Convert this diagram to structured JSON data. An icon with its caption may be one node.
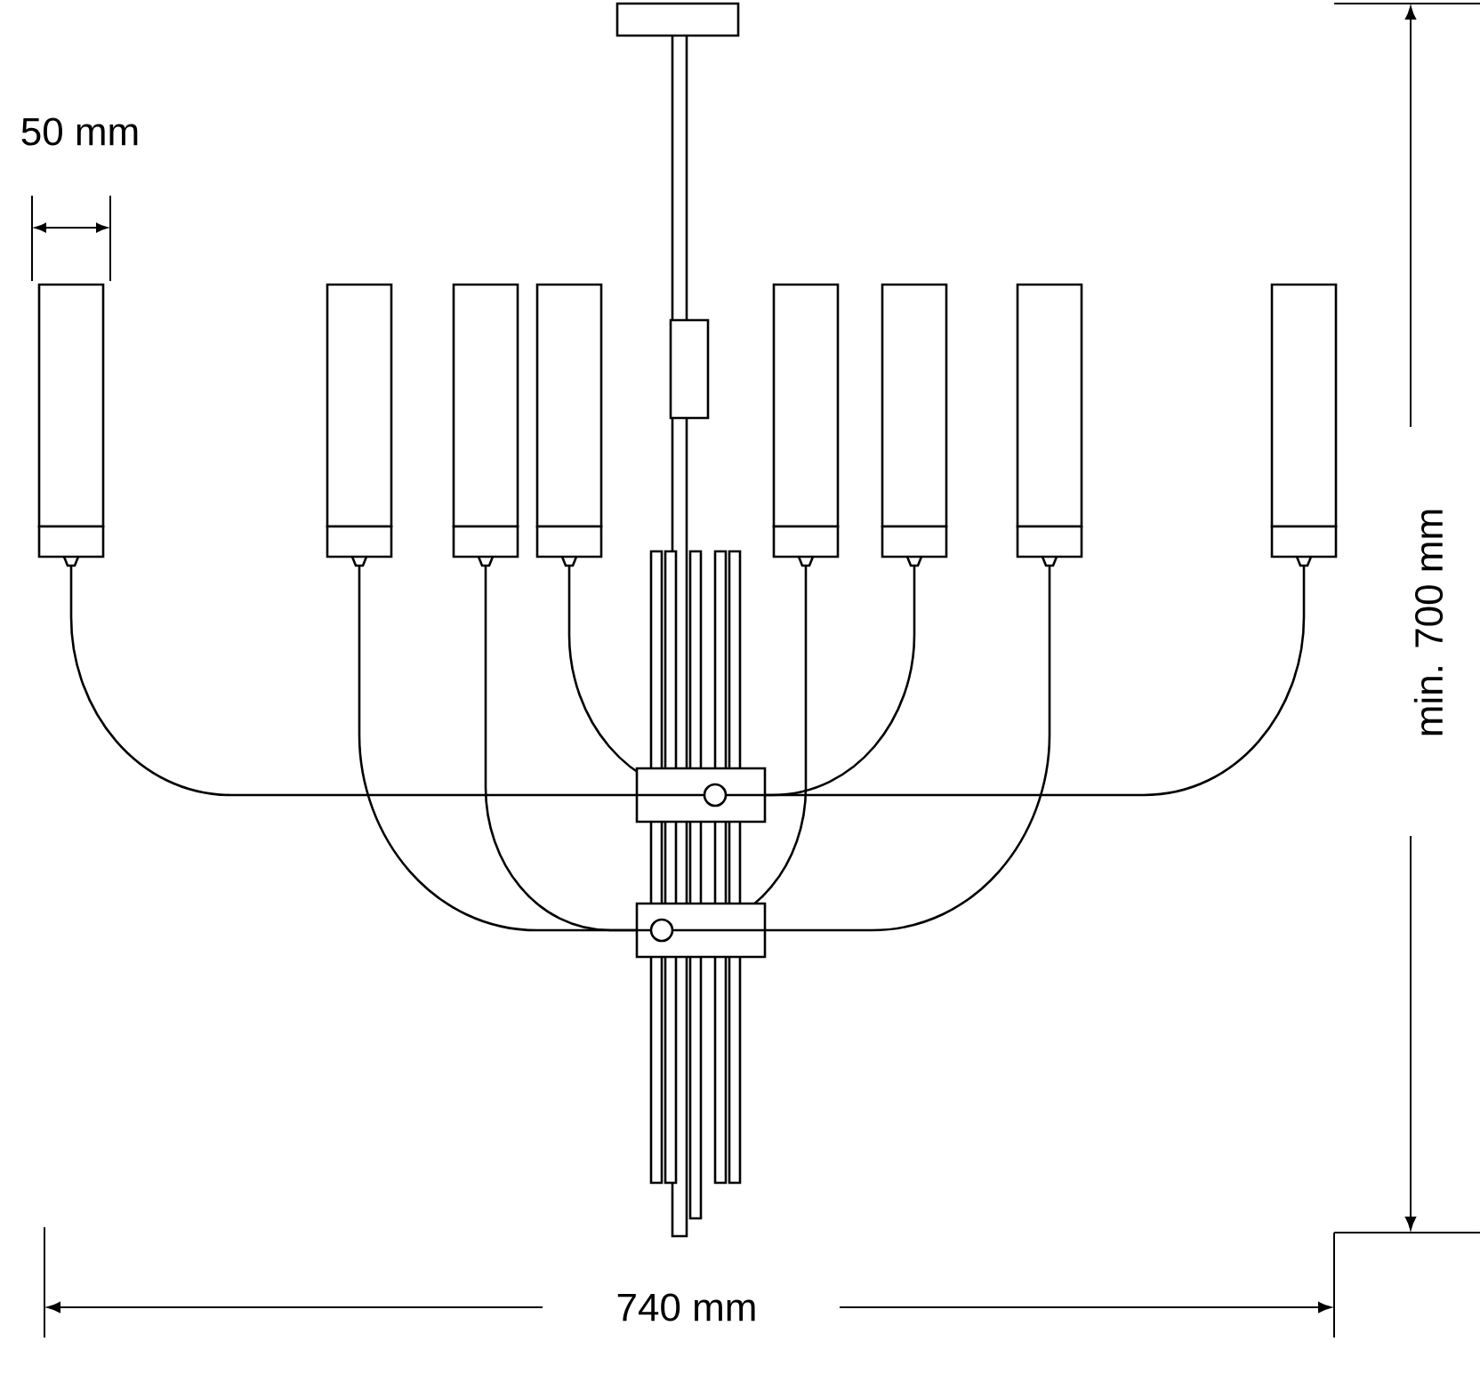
{
  "diagram": {
    "labels": [
      "50 mm",
      "min. 700 mm",
      "740 mm"
    ]
  }
}
